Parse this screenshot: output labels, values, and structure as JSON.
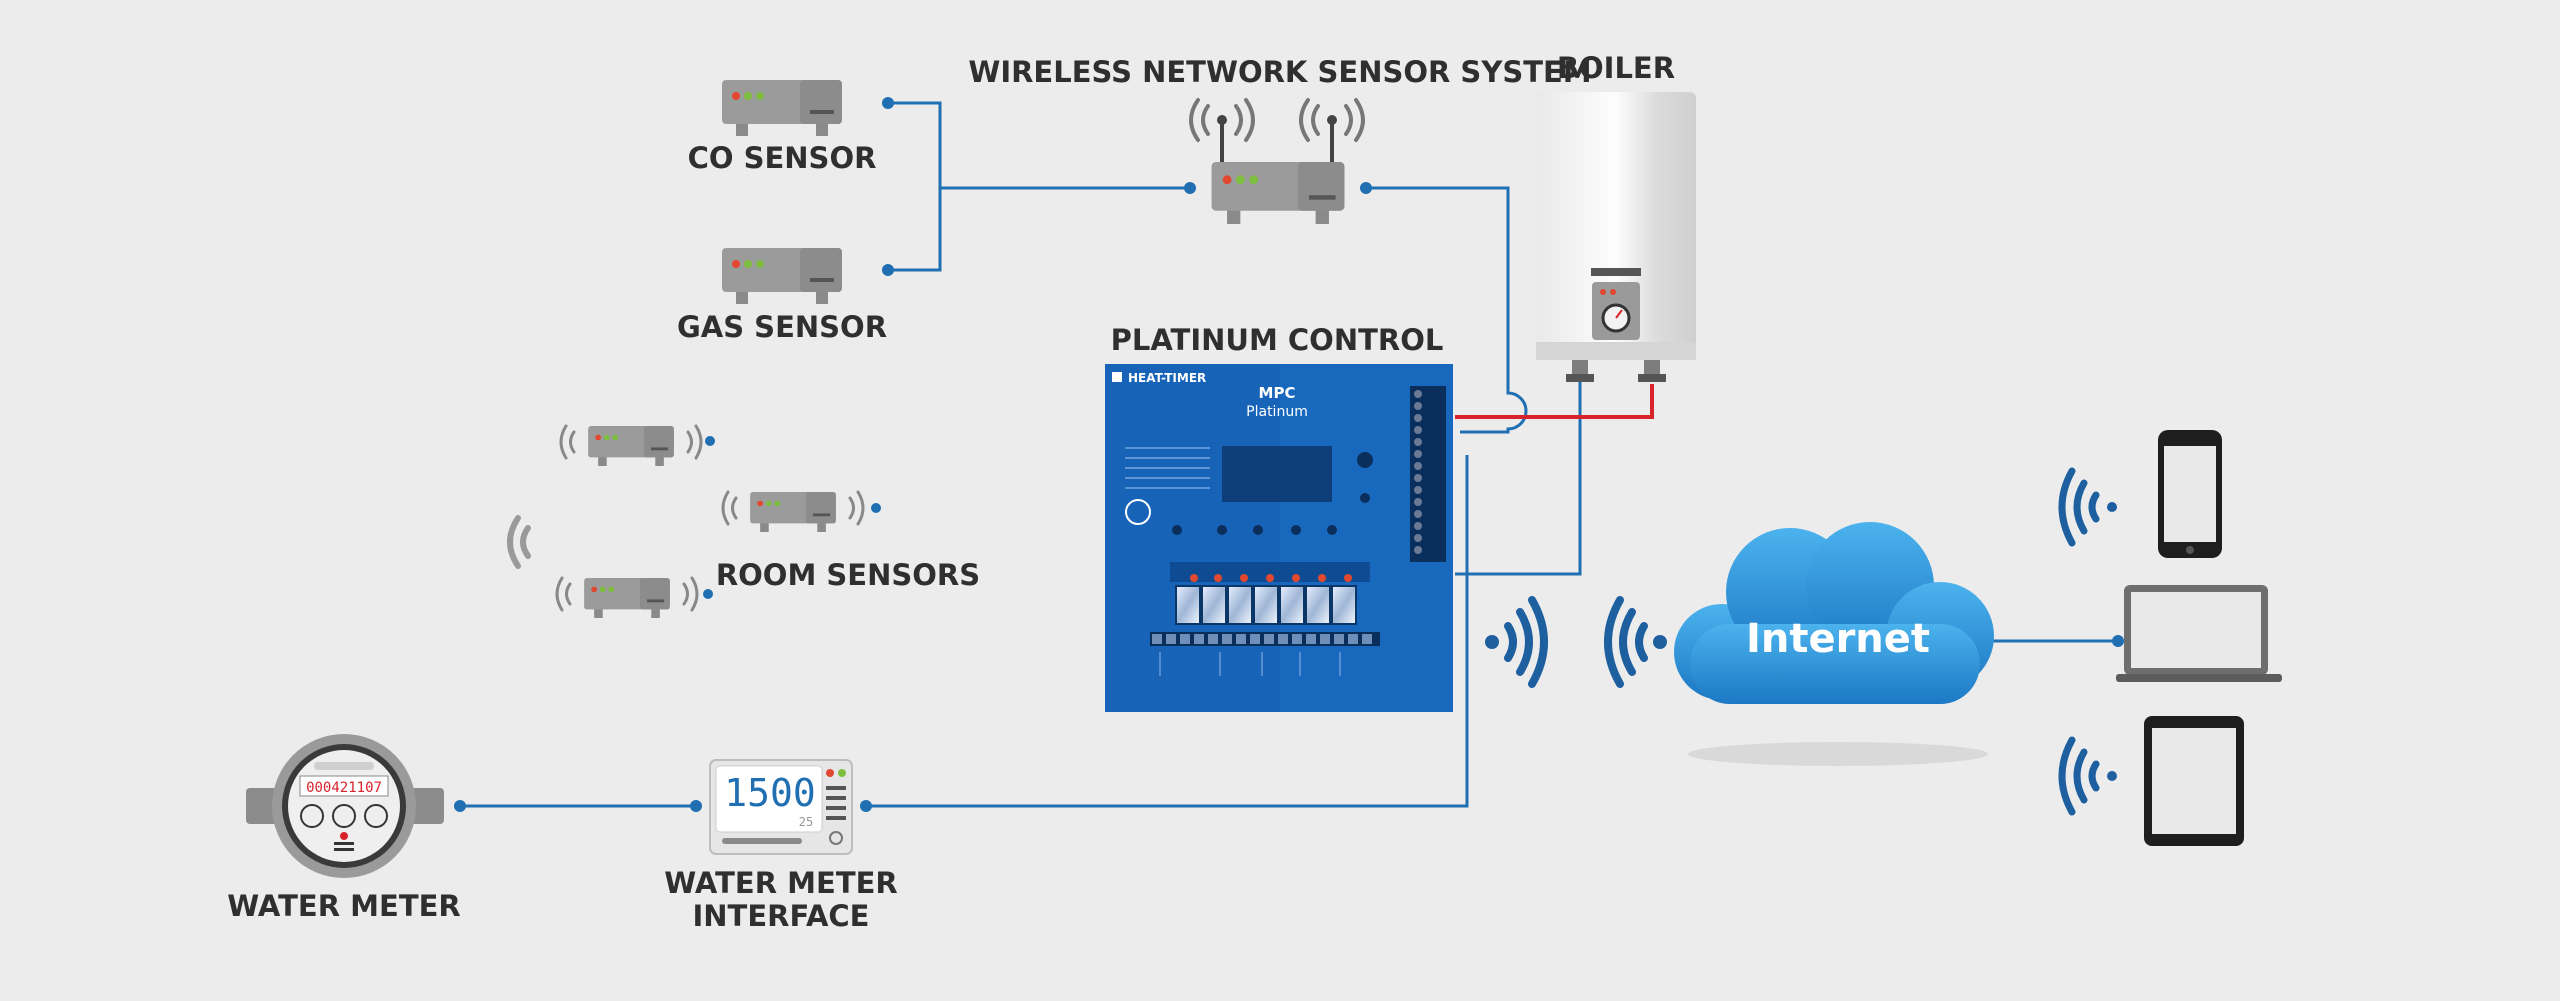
{
  "labels": {
    "co_sensor": "CO SENSOR",
    "gas_sensor": "GAS SENSOR",
    "wireless_system": "WIRELESS NETWORK SENSOR SYSTEM",
    "boiler": "BOILER",
    "platinum_control": "PLATINUM CONTROL",
    "room_sensors": "ROOM SENSORS",
    "water_meter": "WATER METER",
    "water_meter_interface_line1": "WATER METER",
    "water_meter_interface_line2": "INTERFACE",
    "internet": "Internet"
  },
  "panel": {
    "brand": "HEAT-TIMER",
    "model": "MPC",
    "edition": "Platinum"
  },
  "meter": {
    "reading": "000421107"
  },
  "interface_display": {
    "value": "1500",
    "sub": "25"
  },
  "colors": {
    "connector": "#1f6fb2",
    "power_line": "#d8232a",
    "panel_blue": "#1763b8",
    "cloud": "#2a8fd6",
    "wifi": "#1e5fa0",
    "background": "#ececec"
  }
}
